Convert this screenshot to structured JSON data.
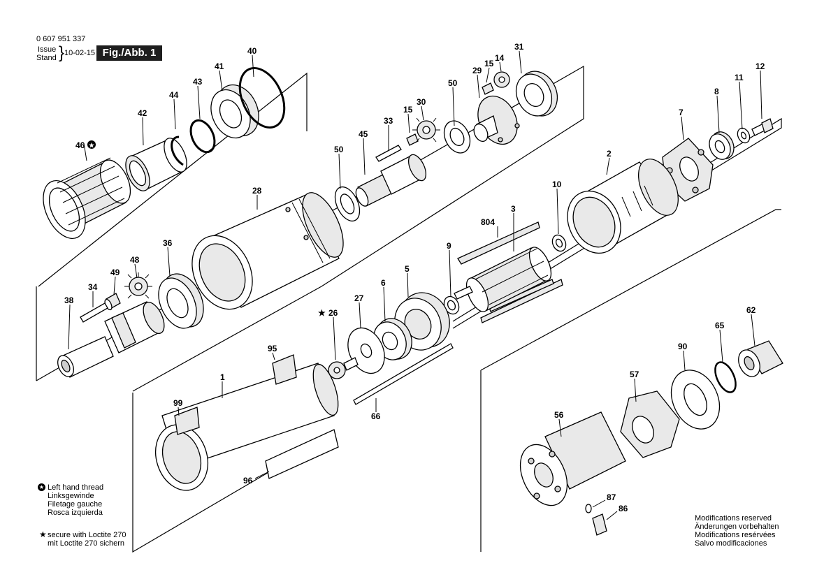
{
  "header": {
    "part_number": "0 607 951 337",
    "issue_label": "Issue",
    "stand_label": "Stand",
    "date": "10-02-15",
    "figure_label": "Fig./Abb. 1"
  },
  "legend": {
    "left_hand_thread": [
      "Left hand thread",
      "Linksgewinde",
      "Filetage gauche",
      "Rosca izquierda"
    ],
    "loctite": [
      "secure with Loctite 270",
      "mit Loctite 270 sichern"
    ]
  },
  "modifications": [
    "Modifications reserved",
    "Änderungen vorbehalten",
    "Modifications resérvées",
    "Salvo modificaciones"
  ],
  "callouts": {
    "c40": "40",
    "c41": "41",
    "c43": "43",
    "c44": "44",
    "c42": "42",
    "c46": "46",
    "c28": "28",
    "c50a": "50",
    "c45": "45",
    "c33": "33",
    "c15a": "15",
    "c30": "30",
    "c50b": "50",
    "c29": "29",
    "c15b": "15",
    "c14": "14",
    "c31": "31",
    "c12": "12",
    "c11": "11",
    "c8": "8",
    "c7": "7",
    "c2": "2",
    "c10": "10",
    "c3": "3",
    "c804": "804",
    "c9": "9",
    "c5": "5",
    "c6": "6",
    "c27": "27",
    "c26": "26",
    "c36": "36",
    "c48": "48",
    "c49": "49",
    "c34": "34",
    "c38": "38",
    "c95": "95",
    "c1": "1",
    "c99": "99",
    "c96": "96",
    "c66": "66",
    "c62": "62",
    "c65": "65",
    "c90": "90",
    "c57": "57",
    "c56": "56",
    "c87": "87",
    "c86": "86"
  }
}
